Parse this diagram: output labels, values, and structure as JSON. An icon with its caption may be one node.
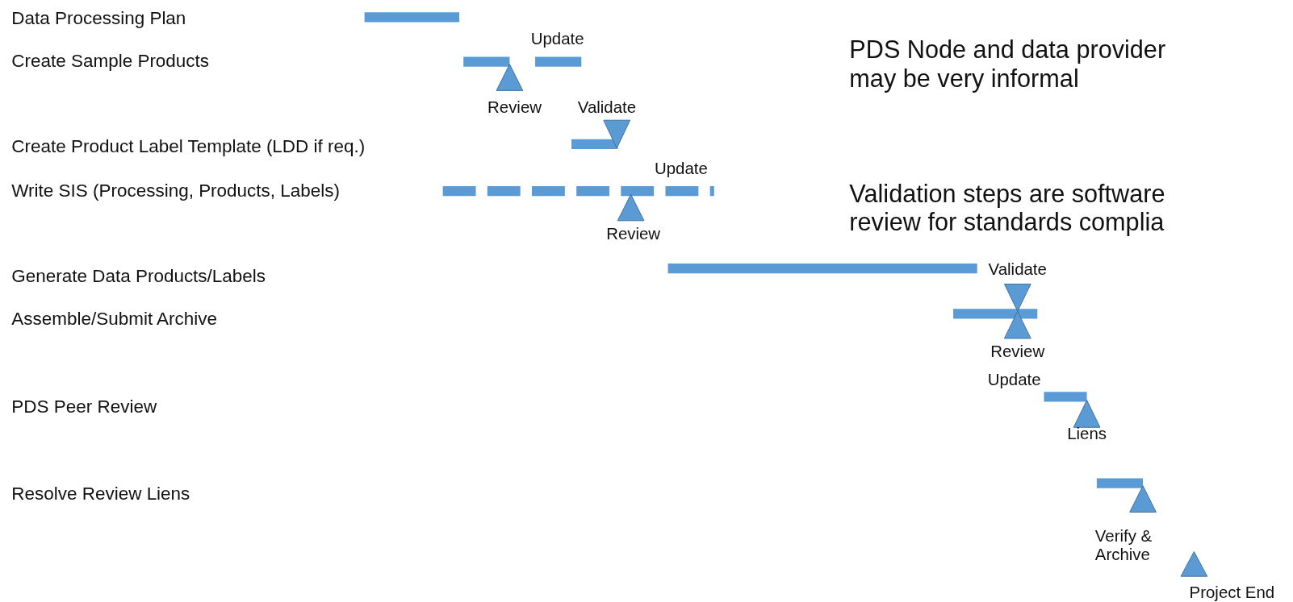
{
  "diagram": {
    "labels": [
      "Data Processing Plan",
      "Create Sample Products",
      "Update",
      "Review",
      "Validate",
      "Create Product Label Template (LDD if req.)",
      "Write SIS (Processing, Products, Labels)",
      "Update",
      "Review",
      "Generate Data Products/Labels",
      "Validate",
      "Assemble/Submit Archive",
      "Review",
      "Update",
      "PDS Peer Review",
      "Liens",
      "Resolve Review Liens",
      "Verify & Archive",
      "Project End",
      "PDS Node and data provider may be very informal",
      "Validation steps are software review for standards complia"
    ]
  }
}
